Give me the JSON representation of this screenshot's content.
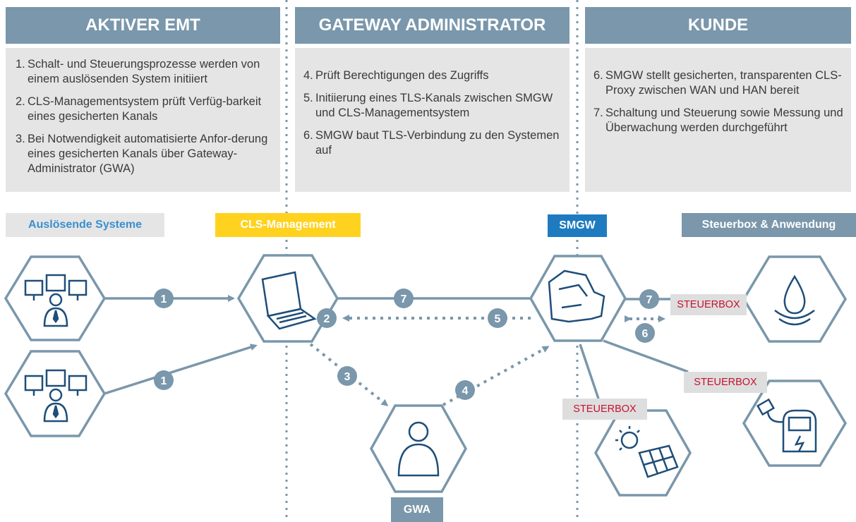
{
  "columns": [
    {
      "title": "AKTIVER EMT",
      "items": [
        {
          "num": "1.",
          "text": "Schalt- und Steuerungsprozesse werden von einem auslösenden System initiiert"
        },
        {
          "num": "2.",
          "text": "CLS-Managementsystem prüft Verfüg-barkeit eines gesicherten Kanals"
        },
        {
          "num": "3.",
          "text": "Bei Notwendigkeit automatisierte Anfor-derung eines gesicherten Kanals über Gateway-Administrator (GWA)"
        }
      ]
    },
    {
      "title": "GATEWAY ADMINISTRATOR",
      "items": [
        {
          "num": "4.",
          "text": "Prüft Berechtigungen des Zugriffs"
        },
        {
          "num": "5.",
          "text": "Initiierung eines TLS-Kanals zwischen SMGW und CLS-Managementsystem"
        },
        {
          "num": "6.",
          "text": "SMGW baut TLS-Verbindung zu den Systemen auf"
        }
      ]
    },
    {
      "title": "KUNDE",
      "items": [
        {
          "num": "6.",
          "text": "SMGW stellt gesicherten, transparenten CLS-Proxy zwischen WAN und HAN bereit"
        },
        {
          "num": "7.",
          "text": "Schaltung und Steuerung sowie Messung und Überwachung werden durchgeführt"
        }
      ]
    }
  ],
  "labels": {
    "ausloesende": "Auslösende Systeme",
    "cls": "CLS-Management",
    "smgw": "SMGW",
    "steuerbox_anwendung": "Steuerbox & Anwendung",
    "gwa": "GWA"
  },
  "steuerbox": {
    "label1": "STEUERBOX",
    "label2": "STEUERBOX",
    "label3": "STEUERBOX"
  },
  "steps": {
    "s1a": "1",
    "s1b": "1",
    "s2": "2",
    "s3": "3",
    "s4": "4",
    "s5": "5",
    "s6": "6",
    "s7a": "7",
    "s7b": "7"
  },
  "colors": {
    "header": "#7a97ab",
    "panel": "#e5e5e5",
    "hex_stroke": "#7a97ab",
    "icon": "#1f4e79",
    "cls_yellow": "#ffd21f",
    "smgw_blue": "#1f7bc0",
    "ausloesende_text": "#3a8fd0",
    "line": "#7a97ab",
    "red": "#c8102e"
  },
  "icons": [
    "monitors-user-icon",
    "monitors-user-icon",
    "laptop-icon",
    "gwa-user-icon",
    "smgw-device-icon",
    "water-drop-icon",
    "ev-charger-icon",
    "solar-panel-icon"
  ]
}
